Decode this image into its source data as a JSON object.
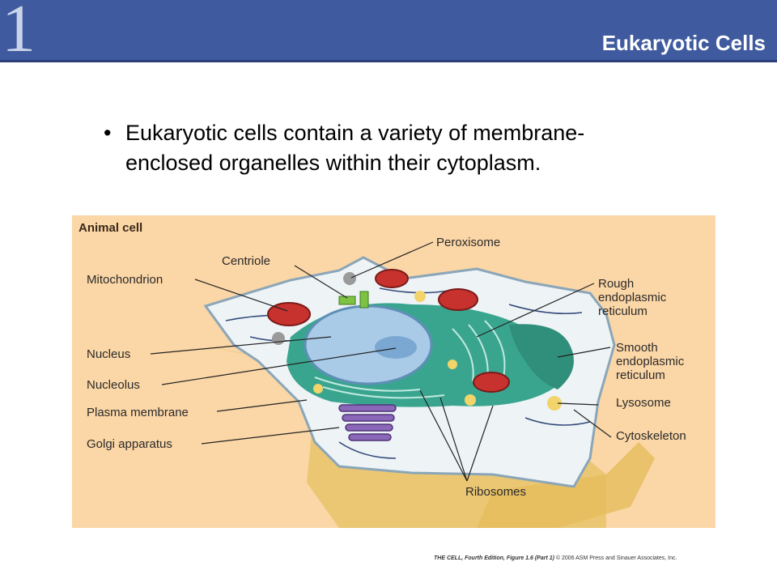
{
  "header": {
    "chapter_number": "1",
    "title": "Eukaryotic Cells"
  },
  "bullets": [
    "Eukaryotic cells contain a variety of membrane-enclosed organelles within their cytoplasm."
  ],
  "bullet_lines": [
    "Eukaryotic cells contain a variety of membrane-",
    "enclosed organelles within their cytoplasm."
  ],
  "figure": {
    "title": "Animal cell",
    "labels": {
      "peroxisome": "Peroxisome",
      "centriole": "Centriole",
      "mitochondrion": "Mitochondrion",
      "rough_er": [
        "Rough",
        "endoplasmic",
        "reticulum"
      ],
      "nucleus": "Nucleus",
      "smooth_er": [
        "Smooth",
        "endoplasmic",
        "reticulum"
      ],
      "nucleolus": "Nucleolus",
      "plasma_membrane": "Plasma membrane",
      "lysosome": "Lysosome",
      "golgi": "Golgi apparatus",
      "cytoskeleton": "Cytoskeleton",
      "ribosomes": "Ribosomes"
    }
  },
  "credit": {
    "book": "THE CELL, Fourth Edition, Figure 1.6 (Part 1)",
    "copyright": "© 2006 ASM Press and Sinauer Associates, Inc."
  },
  "colors": {
    "header": "#3f5a9e",
    "figure_bg": "#fbd6a6",
    "nucleus": "#a9cbe8",
    "er": "#3aa58f",
    "mitochondrion": "#c8322e"
  }
}
